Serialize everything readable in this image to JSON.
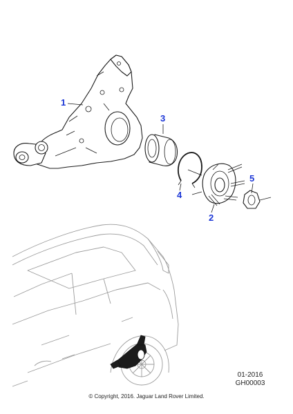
{
  "diagram": {
    "callouts": [
      {
        "id": "1",
        "label": "1"
      },
      {
        "id": "2",
        "label": "2"
      },
      {
        "id": "3",
        "label": "3"
      },
      {
        "id": "4",
        "label": "4"
      },
      {
        "id": "5",
        "label": "5"
      }
    ],
    "colors": {
      "callout": "#1a35d6",
      "linework": "#1a1a1a",
      "vehicle_outline": "#9a9a9a",
      "highlight_assembly": "#1c1c1c"
    }
  },
  "footer": {
    "date_code": "01-2016",
    "illustration_code": "GH00003",
    "copyright": "© Copyright, 2016. Jaguar Land Rover Limited."
  }
}
